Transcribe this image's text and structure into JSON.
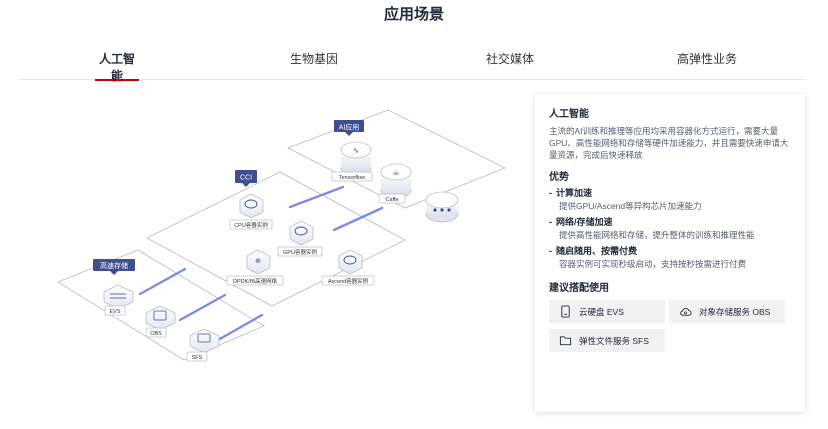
{
  "page": {
    "title": "应用场景"
  },
  "tabs": [
    {
      "label": "人工智能",
      "active": true
    },
    {
      "label": "生物基因",
      "active": false
    },
    {
      "label": "社交媒体",
      "active": false
    },
    {
      "label": "高弹性业务",
      "active": false
    }
  ],
  "diagram": {
    "tag_ai": "AI应用",
    "tag_cci": "CCI",
    "tag_storage": "高速存储",
    "tensorflow": "Tensorflow",
    "caffe": "Caffe",
    "cpu": "CPU容器实例",
    "gpu": "GPU容器实例",
    "dpdk": "DPDK/IB高速网络",
    "ascend": "Ascend容器实例",
    "evs": "EVS",
    "obs": "OBS",
    "sfs": "SFS"
  },
  "panel": {
    "title": "人工智能",
    "description": "主流的AI训练和推理等应用均采用容器化方式运行，需要大量GPU、高性能网络和存储等硬件加速能力，并且需要快速申请大量资源，完成后快速释放",
    "advantages_title": "优势",
    "advantages": [
      {
        "title": "计算加速",
        "text": "提供GPU/Ascend等异构芯片加速能力"
      },
      {
        "title": "网络/存储加速",
        "text": "提供高性能网络和存储，提升整体的训练和推理性能"
      },
      {
        "title": "随启随用、按需付费",
        "text": "容器实例可实现秒级启动，支持按秒按需进行付费"
      }
    ],
    "recommend_title": "建议搭配使用",
    "recommend": [
      {
        "label": "云硬盘 EVS",
        "icon": "disk-icon"
      },
      {
        "label": "对象存储服务 OBS",
        "icon": "cloud-icon"
      },
      {
        "label": "弹性文件服务 SFS",
        "icon": "folder-icon"
      }
    ]
  },
  "colors": {
    "accent_red": "#c7000b",
    "tag_blue": "#3f4e8f",
    "link_blue": "#7c8be6"
  }
}
